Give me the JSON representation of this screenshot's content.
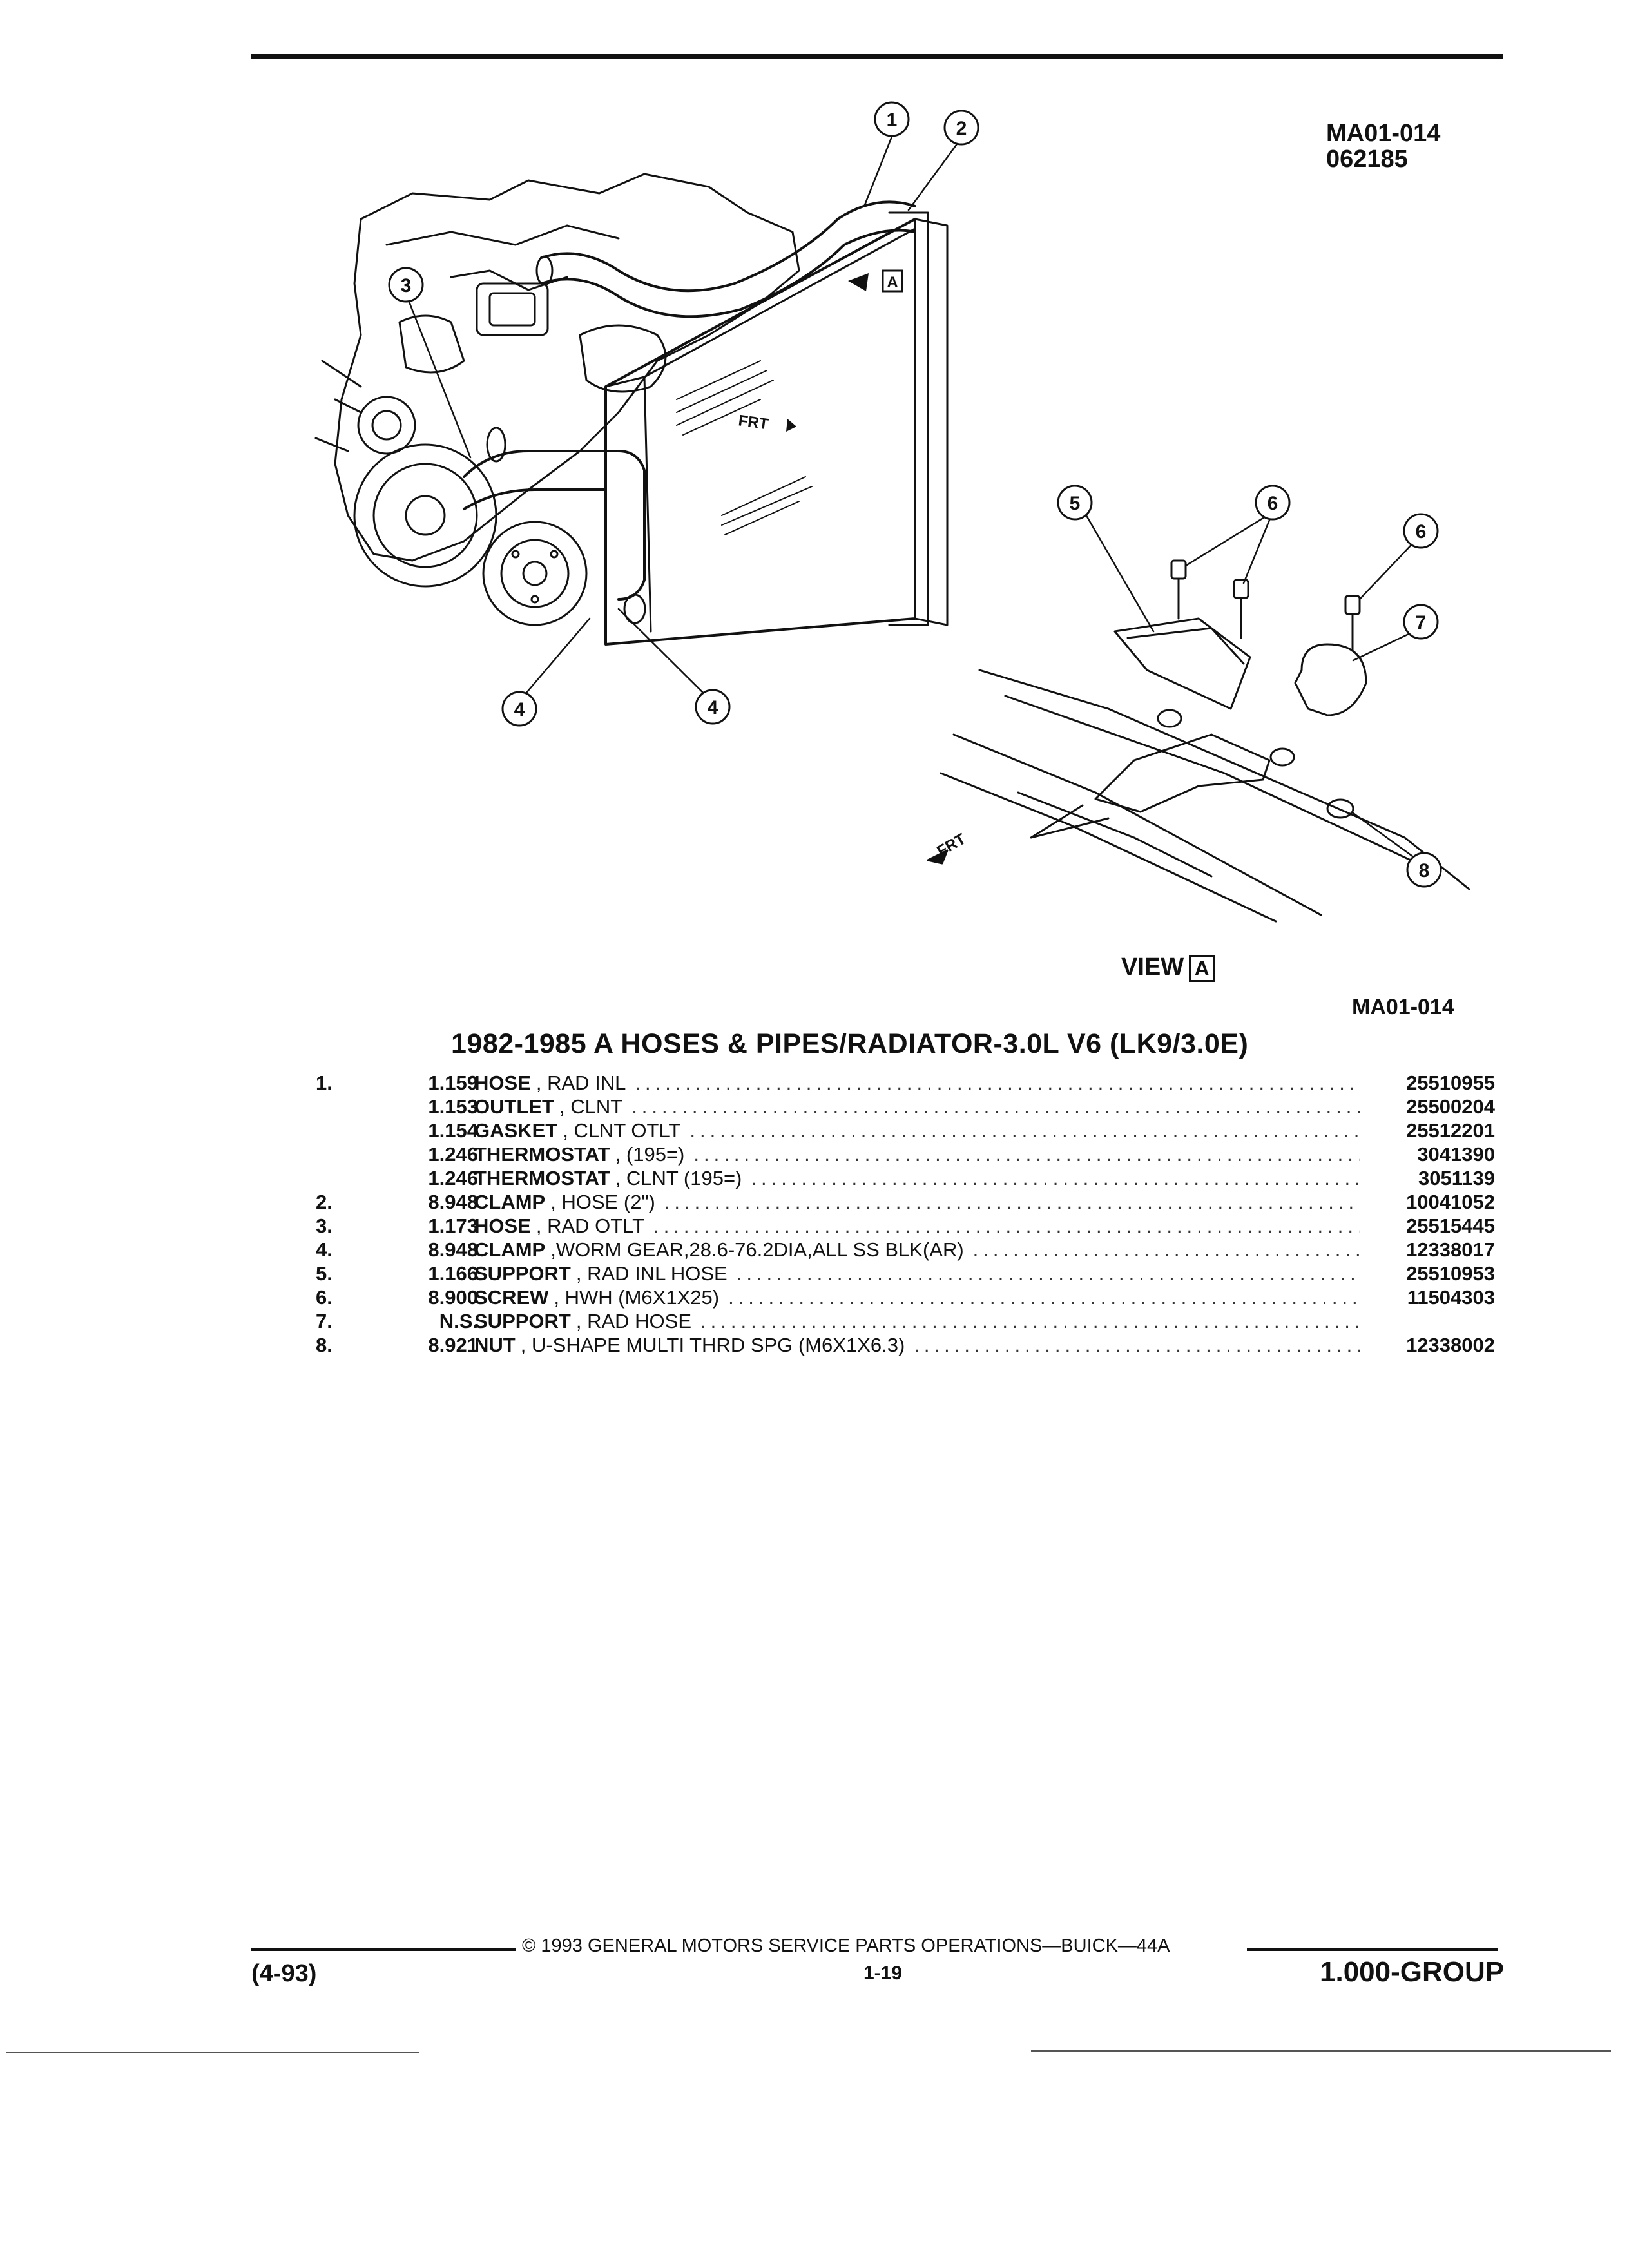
{
  "illustration": {
    "ref_id_top": "MA01-014",
    "date_code": "062185",
    "ref_id_bottom": "MA01-014",
    "view_label": "VIEW",
    "view_letter": "A",
    "direction_label": "FRT",
    "callouts": [
      "1",
      "2",
      "3",
      "4",
      "4",
      "5",
      "6",
      "6",
      "7",
      "8"
    ]
  },
  "section": {
    "title": "1982-1985 A HOSES & PIPES/RADIATOR-3.0L V6 (LK9/3.0E)"
  },
  "parts": [
    {
      "ref": "1.",
      "catalog": "1.159",
      "name": "HOSE",
      "detail": ", RAD INL",
      "part_number": "25510955"
    },
    {
      "ref": "",
      "catalog": "1.153",
      "name": "OUTLET",
      "detail": ", CLNT",
      "part_number": "25500204"
    },
    {
      "ref": "",
      "catalog": "1.154",
      "name": "GASKET",
      "detail": ", CLNT OTLT",
      "part_number": "25512201"
    },
    {
      "ref": "",
      "catalog": "1.246",
      "name": "THERMOSTAT",
      "detail": ", (195=)",
      "part_number": "3041390"
    },
    {
      "ref": "",
      "catalog": "1.246",
      "name": "THERMOSTAT",
      "detail": ", CLNT (195=)",
      "part_number": "3051139"
    },
    {
      "ref": "2.",
      "catalog": "8.948",
      "name": "CLAMP",
      "detail": ", HOSE (2\")",
      "part_number": "10041052"
    },
    {
      "ref": "3.",
      "catalog": "1.173",
      "name": "HOSE",
      "detail": ", RAD OTLT",
      "part_number": "25515445"
    },
    {
      "ref": "4.",
      "catalog": "8.948",
      "name": "CLAMP",
      "detail": ",WORM GEAR,28.6-76.2DIA,ALL SS BLK(AR)",
      "part_number": "12338017"
    },
    {
      "ref": "5.",
      "catalog": "1.166",
      "name": "SUPPORT",
      "detail": ", RAD INL HOSE",
      "part_number": "25510953"
    },
    {
      "ref": "6.",
      "catalog": "8.900",
      "name": "SCREW",
      "detail": ", HWH (M6X1X25)",
      "part_number": "11504303"
    },
    {
      "ref": "7.",
      "catalog": "N.S.",
      "name": "SUPPORT",
      "detail": ", RAD HOSE",
      "part_number": ""
    },
    {
      "ref": "8.",
      "catalog": "8.921",
      "name": "NUT",
      "detail": ", U-SHAPE MULTI THRD SPG (M6X1X6.3)",
      "part_number": "12338002"
    }
  ],
  "footer": {
    "copyright": "© 1993 GENERAL MOTORS SERVICE PARTS OPERATIONS—BUICK—44A",
    "date": "(4-93)",
    "page": "1-19",
    "group": "1.000-GROUP"
  }
}
